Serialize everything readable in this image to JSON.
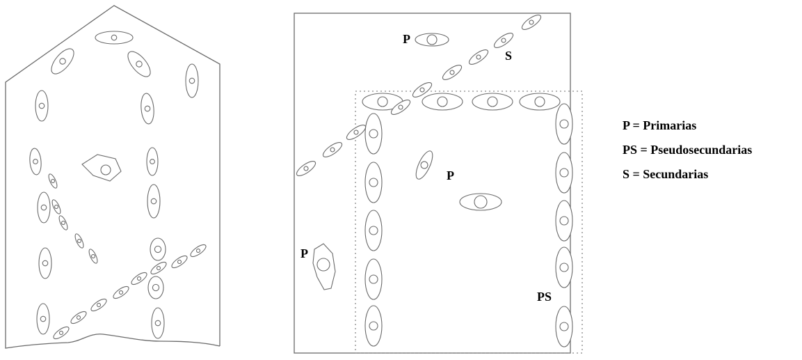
{
  "right_panel": {
    "labels": {
      "p_top": "P",
      "s_top": "S",
      "p_center": "P",
      "p_left": "P",
      "ps_bottom": "PS"
    }
  },
  "legend": {
    "items": [
      "P = Primarias",
      "PS = Pseudosecundarias",
      "S = Secundarias"
    ]
  }
}
